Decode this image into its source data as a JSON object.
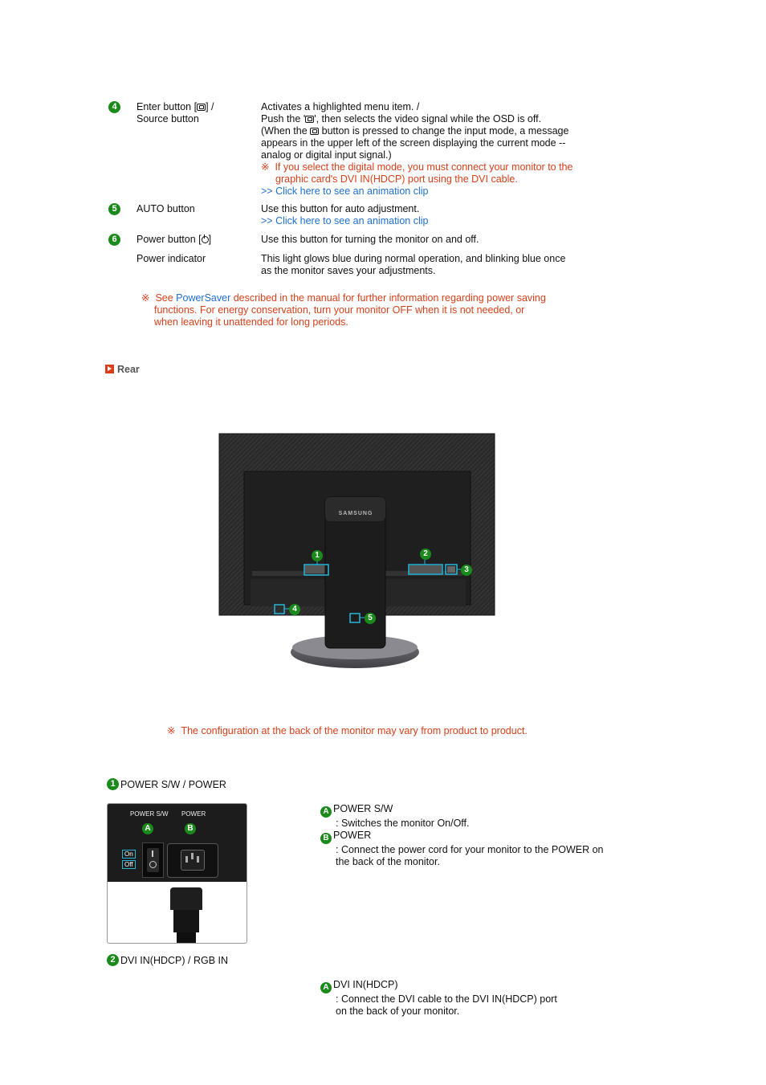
{
  "items": [
    {
      "number": "4",
      "label_line1_prefix": "Enter button [",
      "label_line1_suffix": "] /",
      "label_line2": "Source button",
      "desc": [
        "Activates a highlighted menu item. /",
        "Push the '",
        "', then selects the video signal while the OSD is off.",
        "(When the ",
        " button is pressed to change the input mode, a message",
        "appears in the upper left of the screen displaying the current mode --",
        "analog or digital input signal.)"
      ],
      "note_line1": "If you select the digital mode, you must connect your monitor to the",
      "note_line2": "graphic card's DVI IN(HDCP) port using the DVI cable.",
      "link": ">> Click here to see an animation clip"
    },
    {
      "number": "5",
      "label": "AUTO button",
      "desc": "Use this button for auto adjustment.",
      "link": ">> Click here to see an animation clip"
    },
    {
      "number": "6",
      "label_prefix": "Power button [",
      "label_suffix": "]",
      "desc": "Use this button for turning the monitor on and off.",
      "sub_label": "Power indicator",
      "sub_desc_line1": "This light glows blue during normal operation, and blinking blue once",
      "sub_desc_line2": "as the monitor saves your adjustments."
    }
  ],
  "powersaver_note": {
    "mark": "※",
    "pre": "See ",
    "link": "PowerSaver",
    "post": " described in the manual for further information regarding power saving",
    "line2": "functions. For energy conservation, turn your monitor OFF when it is not needed, or",
    "line3": "when leaving it unattended for long periods."
  },
  "rear_heading": "Rear",
  "monitor": {
    "brand": "SAMSUNG",
    "callouts": [
      "1",
      "2",
      "3",
      "4",
      "5"
    ]
  },
  "config_note": {
    "mark": "※",
    "text": "The configuration at the back of the monitor may vary from product to product."
  },
  "section1": {
    "number": "1",
    "title": "POWER S/W / POWER",
    "photo": {
      "label_sw": "POWER S/W",
      "label_power": "POWER",
      "badge_a": "A",
      "badge_b": "B",
      "on": "On",
      "off": "Off"
    },
    "a_badge": "A",
    "a_title": "POWER S/W",
    "a_desc": ": Switches the monitor On/Off.",
    "b_badge": "B",
    "b_title": "POWER",
    "b_desc_line1": ": Connect the power cord for your monitor to the POWER on",
    "b_desc_line2": "the back of the monitor."
  },
  "section2": {
    "number": "2",
    "title": "DVI IN(HDCP) / RGB IN",
    "a_badge": "A",
    "a_title": "DVI IN(HDCP)",
    "a_desc_line1": ": Connect the DVI cable to the DVI IN(HDCP) port",
    "a_desc_line2": "on the back of your monitor."
  },
  "note_mark": "※",
  "colors": {
    "note": "#d9401a",
    "link": "#1f6fd1",
    "badge": "#1a8a1a",
    "callout": "#27b6d8"
  }
}
